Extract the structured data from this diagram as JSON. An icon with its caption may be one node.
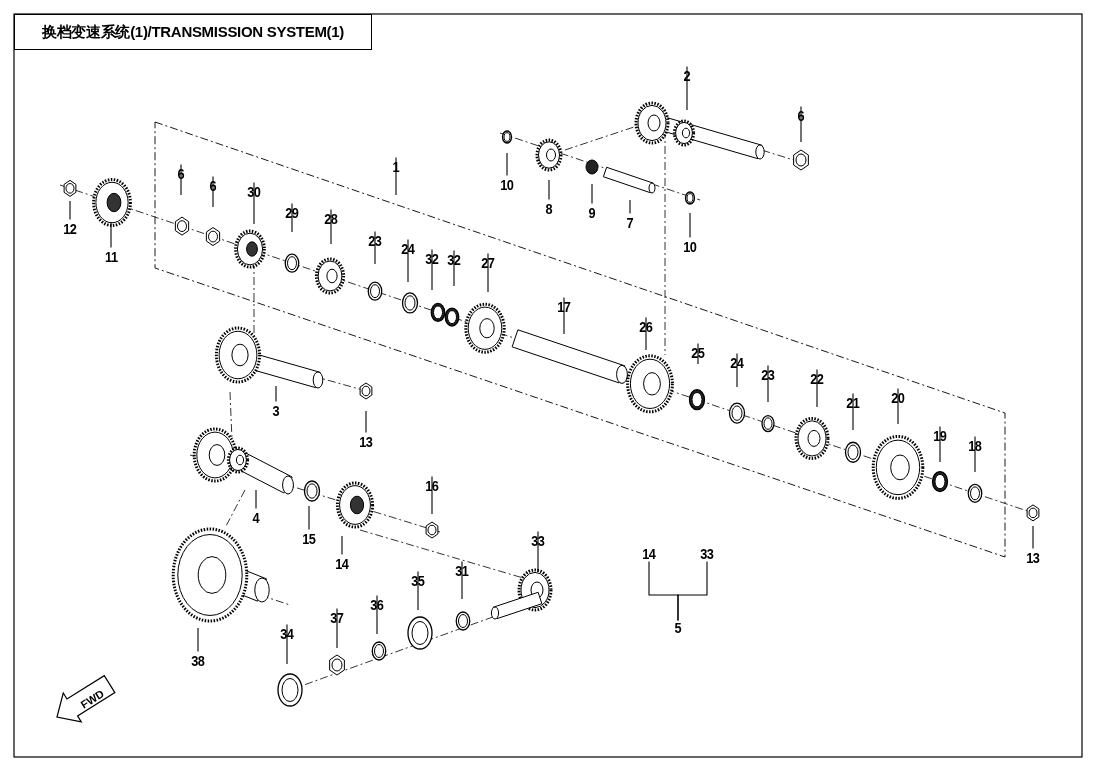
{
  "diagram": {
    "title": "换档变速系统(1)/TRANSMISSION SYSTEM(1)",
    "nodes": [
      {
        "text": [
          "2"
        ]
      },
      {
        "text": [
          "6"
        ]
      },
      {
        "text": [
          "1"
        ]
      },
      {
        "text": [
          "10"
        ]
      },
      {
        "text": [
          "8"
        ]
      },
      {
        "text": [
          "9"
        ]
      },
      {
        "text": [
          "7"
        ]
      },
      {
        "text": [
          "10"
        ]
      },
      {
        "text": [
          "12"
        ]
      },
      {
        "text": [
          "11"
        ]
      },
      {
        "text": [
          "6"
        ]
      },
      {
        "text": [
          "6"
        ]
      },
      {
        "text": [
          "30"
        ]
      },
      {
        "text": [
          "29"
        ]
      },
      {
        "text": [
          "28"
        ]
      },
      {
        "text": [
          "23"
        ]
      },
      {
        "text": [
          "24"
        ]
      },
      {
        "text": [
          "32"
        ]
      },
      {
        "text": [
          "32"
        ]
      },
      {
        "text": [
          "27"
        ]
      },
      {
        "text": [
          "17"
        ]
      },
      {
        "text": [
          "26"
        ]
      },
      {
        "text": [
          "25"
        ]
      },
      {
        "text": [
          "24"
        ]
      },
      {
        "text": [
          "23"
        ]
      },
      {
        "text": [
          "22"
        ]
      },
      {
        "text": [
          "21"
        ]
      },
      {
        "text": [
          "20"
        ]
      },
      {
        "text": [
          "19"
        ]
      },
      {
        "text": [
          "18"
        ]
      },
      {
        "text": [
          "3"
        ]
      },
      {
        "text": [
          "13"
        ]
      },
      {
        "text": [
          "16"
        ]
      },
      {
        "text": [
          "4"
        ]
      },
      {
        "text": [
          "15"
        ]
      },
      {
        "text": [
          "14"
        ]
      },
      {
        "text": [
          "33"
        ]
      },
      {
        "text": [
          "13"
        ]
      },
      {
        "text": [
          "14"
        ]
      },
      {
        "text": [
          "33"
        ]
      },
      {
        "text": [
          "5"
        ]
      },
      {
        "text": [
          "38"
        ]
      },
      {
        "text": [
          "34"
        ]
      },
      {
        "text": [
          "37"
        ]
      },
      {
        "text": [
          "36"
        ]
      },
      {
        "text": [
          "35"
        ]
      },
      {
        "text": [
          "31"
        ]
      }
    ],
    "edges": [
      {
        "from": 0,
        "to": null,
        "arrow": "none"
      },
      {
        "from": 1,
        "to": null,
        "arrow": "none"
      },
      {
        "from": 2,
        "to": null,
        "arrow": "none"
      },
      {
        "from": 3,
        "to": null,
        "arrow": "none"
      },
      {
        "from": 4,
        "to": null,
        "arrow": "none"
      },
      {
        "from": 5,
        "to": null,
        "arrow": "none"
      },
      {
        "from": 6,
        "to": null,
        "arrow": "none"
      },
      {
        "from": 7,
        "to": null,
        "arrow": "none"
      },
      {
        "from": 8,
        "to": null,
        "arrow": "none"
      },
      {
        "from": 9,
        "to": null,
        "arrow": "none"
      },
      {
        "from": 10,
        "to": null,
        "arrow": "none"
      },
      {
        "from": 11,
        "to": null,
        "arrow": "none"
      },
      {
        "from": 12,
        "to": null,
        "arrow": "none"
      },
      {
        "from": 13,
        "to": null,
        "arrow": "none"
      },
      {
        "from": 14,
        "to": null,
        "arrow": "none"
      },
      {
        "from": 15,
        "to": null,
        "arrow": "none"
      },
      {
        "from": 16,
        "to": null,
        "arrow": "none"
      },
      {
        "from": 17,
        "to": null,
        "arrow": "none"
      },
      {
        "from": 18,
        "to": null,
        "arrow": "none"
      },
      {
        "from": 19,
        "to": null,
        "arrow": "none"
      },
      {
        "from": 20,
        "to": null,
        "arrow": "none"
      },
      {
        "from": 21,
        "to": null,
        "arrow": "none"
      },
      {
        "from": 22,
        "to": null,
        "arrow": "none"
      },
      {
        "from": 23,
        "to": null,
        "arrow": "none"
      },
      {
        "from": 24,
        "to": null,
        "arrow": "none"
      },
      {
        "from": 25,
        "to": null,
        "arrow": "none"
      },
      {
        "from": 26,
        "to": null,
        "arrow": "none"
      },
      {
        "from": 27,
        "to": null,
        "arrow": "none"
      },
      {
        "from": 28,
        "to": null,
        "arrow": "none"
      },
      {
        "from": 29,
        "to": null,
        "arrow": "none"
      },
      {
        "from": 30,
        "to": null,
        "arrow": "none"
      },
      {
        "from": 31,
        "to": null,
        "arrow": "none"
      },
      {
        "from": 32,
        "to": null,
        "arrow": "none"
      },
      {
        "from": 33,
        "to": null,
        "arrow": "none"
      },
      {
        "from": 34,
        "to": null,
        "arrow": "none"
      },
      {
        "from": 35,
        "to": null,
        "arrow": "none"
      },
      {
        "from": 36,
        "to": null,
        "arrow": "none"
      },
      {
        "from": 37,
        "to": null,
        "arrow": "none"
      },
      {
        "from": 40,
        "to": 38,
        "arrow": "none"
      },
      {
        "from": 40,
        "to": 39,
        "arrow": "none"
      },
      {
        "from": 41,
        "to": null,
        "arrow": "none"
      },
      {
        "from": 42,
        "to": null,
        "arrow": "none"
      },
      {
        "from": 43,
        "to": null,
        "arrow": "none"
      },
      {
        "from": 44,
        "to": null,
        "arrow": "none"
      },
      {
        "from": 45,
        "to": null,
        "arrow": "none"
      },
      {
        "from": 46,
        "to": null,
        "arrow": "none"
      }
    ],
    "labels": [
      "FWD"
    ]
  }
}
